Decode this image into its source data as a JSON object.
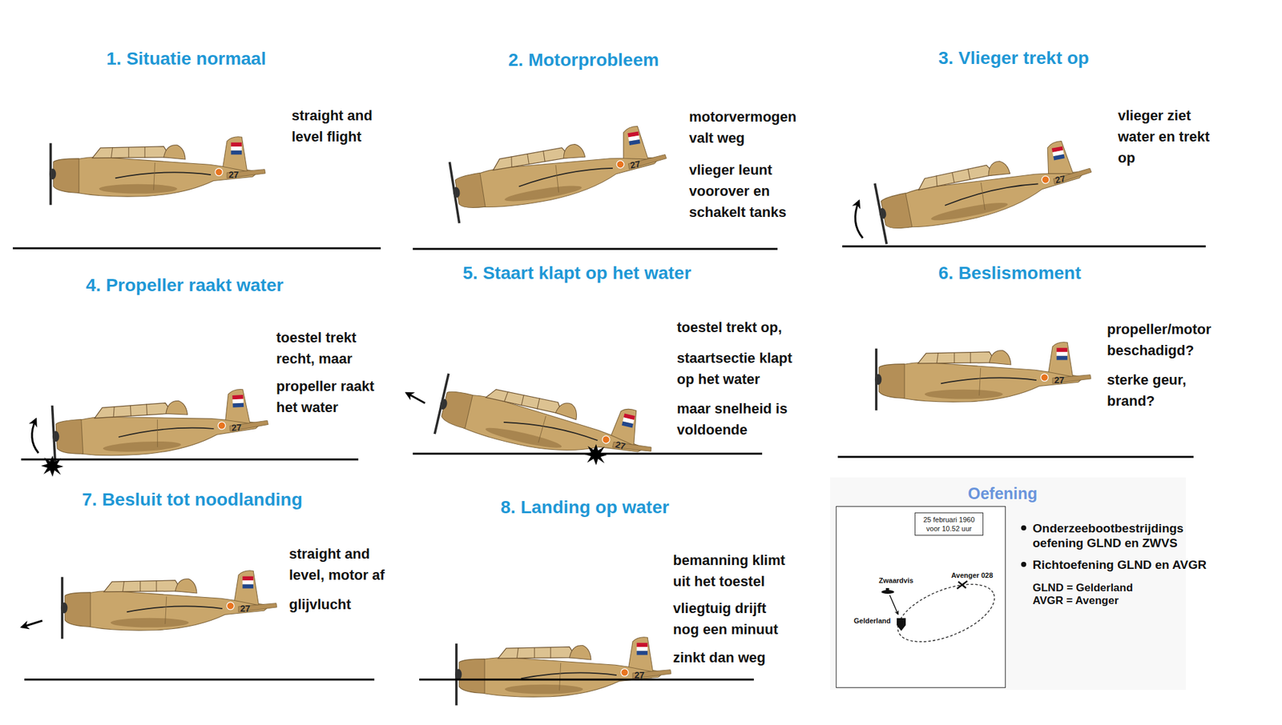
{
  "diagram": {
    "nodes": [
      {
        "text": [
          "1. Situatie normaal",
          "straight and level flight"
        ]
      },
      {
        "text": [
          "2. Motorprobleem",
          "motorvermogen valt weg",
          "vlieger leunt voorover en schakelt tanks"
        ]
      },
      {
        "text": [
          "3. Vlieger trekt op",
          "vlieger ziet water en trekt op"
        ]
      },
      {
        "text": [
          "4. Propeller raakt water",
          "toestel trekt recht, maar",
          "propeller raakt het water"
        ]
      },
      {
        "text": [
          "5. Staart klapt op het water",
          "toestel trekt op,",
          "staartsectie klapt op het water",
          "maar snelheid is voldoende"
        ]
      },
      {
        "text": [
          "6. Beslismoment",
          "propeller/motor beschadigd?",
          "sterke geur, brand?"
        ]
      },
      {
        "text": [
          "7. Besluit tot noodlanding",
          "straight and level, motor af",
          "glijvlucht"
        ]
      },
      {
        "text": [
          "8. Landing op water",
          "bemanning klimt uit het toestel",
          "vliegtuig drijft nog een minuut",
          "zinkt dan weg"
        ]
      },
      {
        "text": [
          "Oefening",
          "Onderzeebootbestrijdings oefening GLND en ZWVS",
          "Richtoefening GLND en AVGR",
          "GLND = Gelderland AVGR = Avenger"
        ]
      },
      {
        "text": [
          "Zwaardvis",
          "Avenger 028",
          "Gelderland"
        ],
        "in": 8
      },
      {
        "text": [
          "25 februari 1960 voor 10.52 uur"
        ],
        "in": 9
      }
    ],
    "labels": [
      "27",
      "27",
      "27",
      "27",
      "27",
      "27",
      "27",
      "27"
    ]
  }
}
